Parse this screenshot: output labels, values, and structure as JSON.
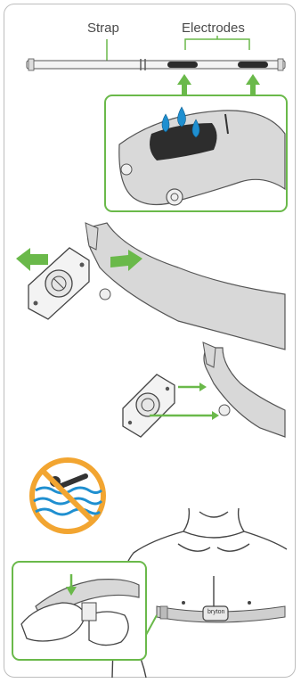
{
  "labels": {
    "strap": "Strap",
    "electrodes": "Electrodes",
    "brand": "bryton"
  },
  "colors": {
    "accent_green": "#6ab94a",
    "strap_gray": "#cfcfcf",
    "water_blue": "#1f8fd0",
    "warning_orange": "#f2a531"
  },
  "icons": [
    "water-drop-icon",
    "arrow-up-icon",
    "arrow-right-icon",
    "no-swimming-icon"
  ]
}
